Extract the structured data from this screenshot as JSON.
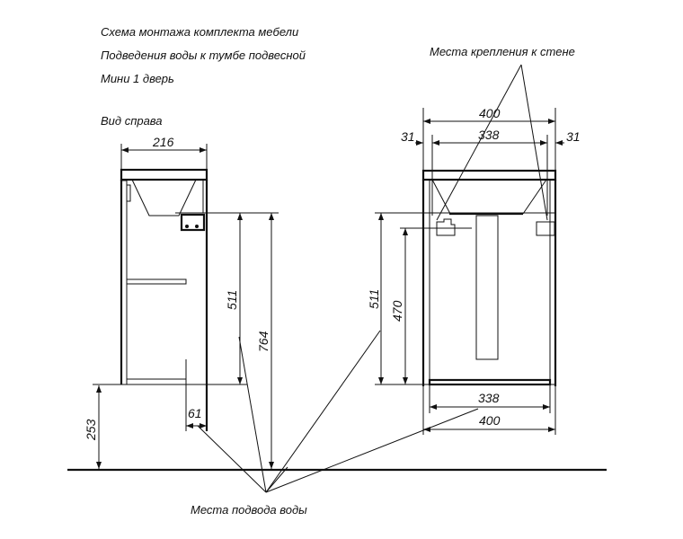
{
  "header": {
    "line1": "Схема монтажа комплекта мебели",
    "line2": "Подведения воды к тумбе подвесной",
    "line3": "Мини 1 дверь"
  },
  "side_view": {
    "title": "Вид справа",
    "width": "216",
    "height_body": "511",
    "height_total": "764",
    "floor_offset": "253",
    "pipe_offset": "61"
  },
  "front_view": {
    "top_width": "400",
    "inner_width": "338",
    "left_margin": "31",
    "right_margin": "31",
    "height_body": "511",
    "height_inner": "470",
    "bottom_inner_width": "338",
    "bottom_width": "400"
  },
  "labels": {
    "wall_mount": "Места крепления к стене",
    "water_supply": "Места подвода воды"
  }
}
